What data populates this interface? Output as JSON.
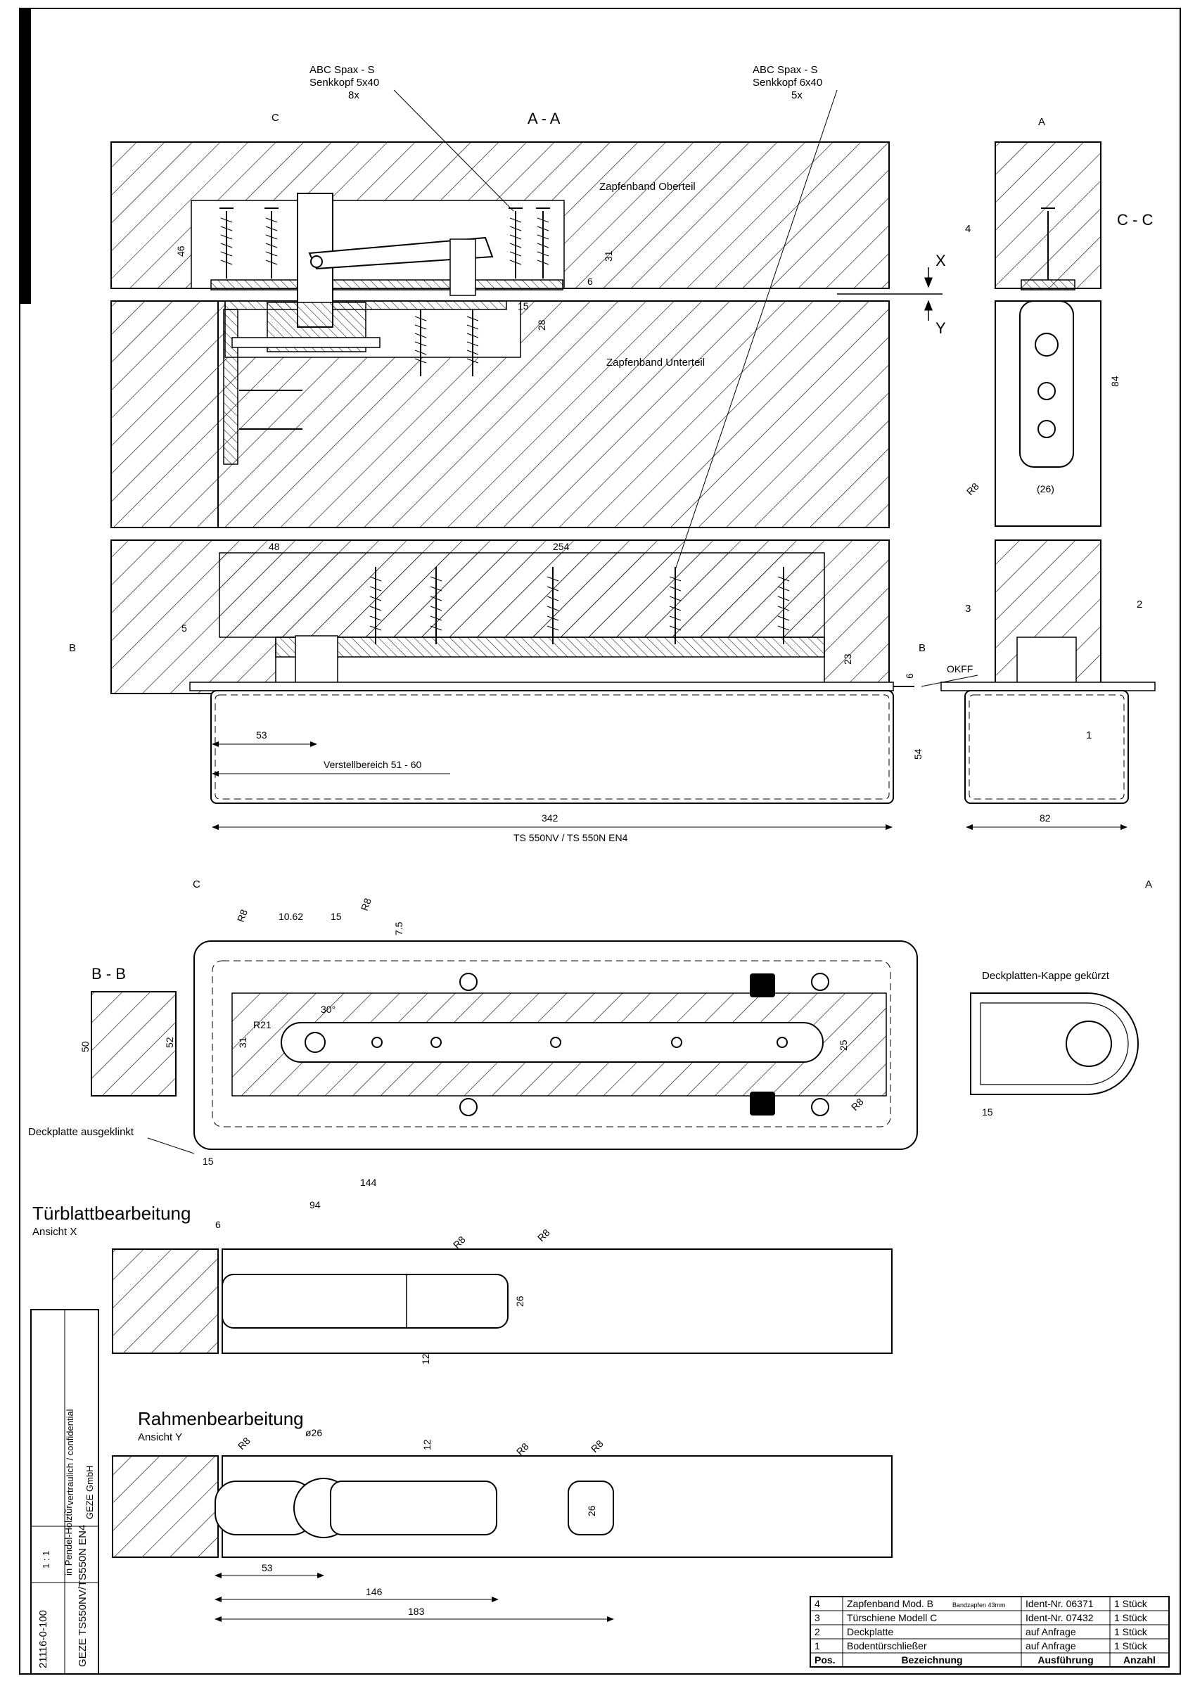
{
  "section_aa": {
    "title": "A - A",
    "screw_left": {
      "line1": "ABC Spax - S",
      "line2": "Senkkopf  5x40",
      "line3": "8x"
    },
    "screw_right": {
      "line1": "ABC Spax - S",
      "line2": "Senkkopf  6x40",
      "line3": "5x"
    },
    "label_upper": "Zapfenband  Oberteil",
    "label_lower": "Zapfenband  Unterteil",
    "dims": {
      "d46": "46",
      "d31": "31",
      "d6a": "6",
      "d15": "15",
      "d28": "28",
      "d48": "48",
      "d254": "254",
      "d5": "5",
      "d23": "23",
      "d6b": "6",
      "d53": "53",
      "verstell": "Verstellbereich  51 - 60",
      "d54": "54",
      "d342": "342",
      "model": "TS 550NV / TS 550N EN4"
    },
    "okff": "OKFF",
    "axis_x": "X",
    "axis_y": "Y"
  },
  "section_cc": {
    "title": "C - C",
    "dims": {
      "d84": "84",
      "r8": "R8",
      "d26": "(26)",
      "d82": "82"
    },
    "pos": {
      "p4": "4",
      "p3": "3",
      "p2": "2",
      "p1": "1"
    }
  },
  "cut_marks": {
    "a": "A",
    "b": "B",
    "c": "C"
  },
  "section_bb": {
    "title": "B - B",
    "dims": {
      "r8a": "R8",
      "r8b": "R8",
      "r8c": "R8",
      "d1062": "10.62",
      "d15a": "15",
      "d75": "7.5",
      "d30": "30°",
      "r21": "R21",
      "d31": "31",
      "d52": "52",
      "d50": "50",
      "d25": "25",
      "d15b": "15"
    },
    "note_deckplatte": "Deckplatte ausgeklinkt"
  },
  "kappe": {
    "title": "Deckplatten-Kappe gekürzt",
    "d15": "15"
  },
  "tuerblatt": {
    "title": "Türblattbearbeitung",
    "subtitle": "Ansicht  X",
    "dims": {
      "d144": "144",
      "d94": "94",
      "d6": "6",
      "r8a": "R8",
      "r8b": "R8",
      "d26": "26",
      "d12": "12"
    }
  },
  "rahmen": {
    "title": "Rahmenbearbeitung",
    "subtitle": "Ansicht  Y",
    "dims": {
      "r8a": "R8",
      "d26dia": "ø26",
      "d12": "12",
      "r8b": "R8",
      "r8c": "R8",
      "d26": "26",
      "d53": "53",
      "d146": "146",
      "d183": "183"
    }
  },
  "parts_list": {
    "header": {
      "pos": "Pos.",
      "name": "Bezeichnung",
      "ausf": "Ausführung",
      "anzahl": "Anzahl"
    },
    "rows": [
      {
        "pos": "4",
        "name": "Zapfenband Mod. B",
        "name_small": "Bandzapfen 43mm",
        "ausf": "Ident-Nr. 06371",
        "anzahl": "1  Stück"
      },
      {
        "pos": "3",
        "name": "Türschiene Modell C",
        "name_small": "",
        "ausf": "Ident-Nr. 07432",
        "anzahl": "1  Stück"
      },
      {
        "pos": "2",
        "name": "Deckplatte",
        "name_small": "",
        "ausf": "auf Anfrage",
        "anzahl": "1  Stück"
      },
      {
        "pos": "1",
        "name": "Bodentürschließer",
        "name_small": "",
        "ausf": "auf Anfrage",
        "anzahl": "1  Stück"
      }
    ]
  },
  "title_block": {
    "product": "GEZE  TS550NV/TS550N EN4",
    "subtitle": "in Pendel-Holztür",
    "company": "GEZE GmbH",
    "drawing_no": "21116-0-100",
    "confidential": "vertraulich / confidential",
    "scale": "1 : 1"
  },
  "colors": {
    "line": "#000000",
    "paper": "#ffffff"
  }
}
